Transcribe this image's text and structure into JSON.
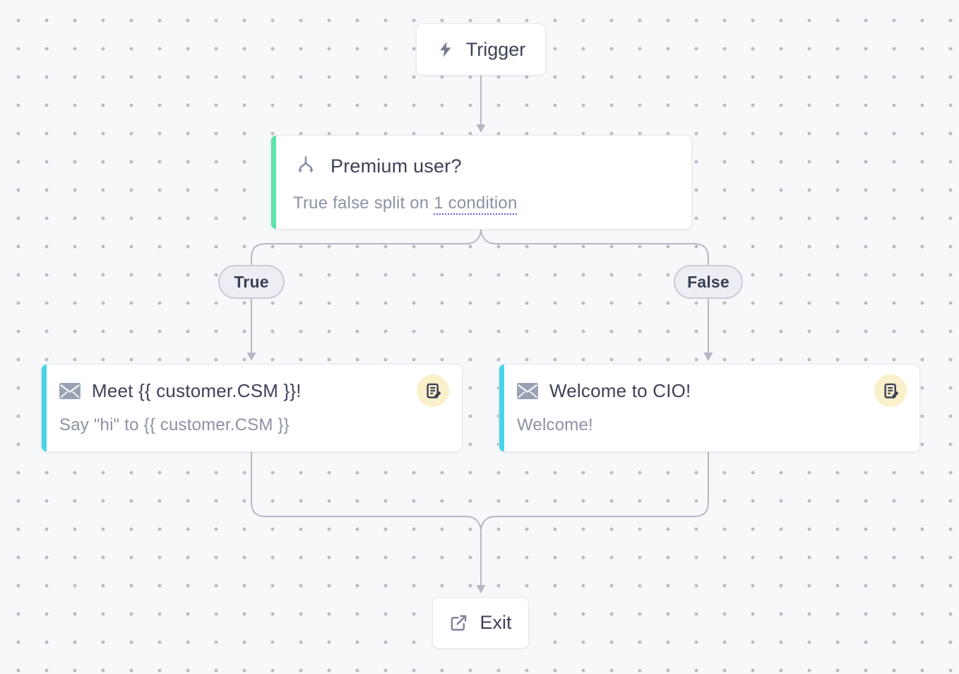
{
  "flow": {
    "trigger": {
      "label": "Trigger"
    },
    "split_node": {
      "title": "Premium user?",
      "description_prefix": "True false split on ",
      "condition_link": "1 condition"
    },
    "branches": {
      "true_label": "True",
      "false_label": "False"
    },
    "true_email": {
      "title": "Meet {{ customer.CSM }}!",
      "subtitle": "Say \"hi\" to {{ customer.CSM }}"
    },
    "false_email": {
      "title": "Welcome to CIO!",
      "subtitle": "Welcome!"
    },
    "exit": {
      "label": "Exit"
    }
  },
  "icons": {
    "trigger": "lightning-icon",
    "split": "branch-split-icon",
    "email": "envelope-icon",
    "draft_status": "draft-note-icon",
    "exit": "external-link-icon"
  },
  "colors": {
    "canvas_background": "#f7f8fa",
    "grid_dot": "#b9bcc8",
    "connector": "#b4b8c4",
    "split_accent": "#5de3ab",
    "email_accent": "#48d4ea",
    "draft_badge_background": "#faf0cb",
    "title_text": "#3c4257",
    "body_text": "#8b92a3",
    "condition_underline": "#5a5fd8",
    "pill_background": "#edeef3",
    "pill_border": "#c9cdd8"
  }
}
